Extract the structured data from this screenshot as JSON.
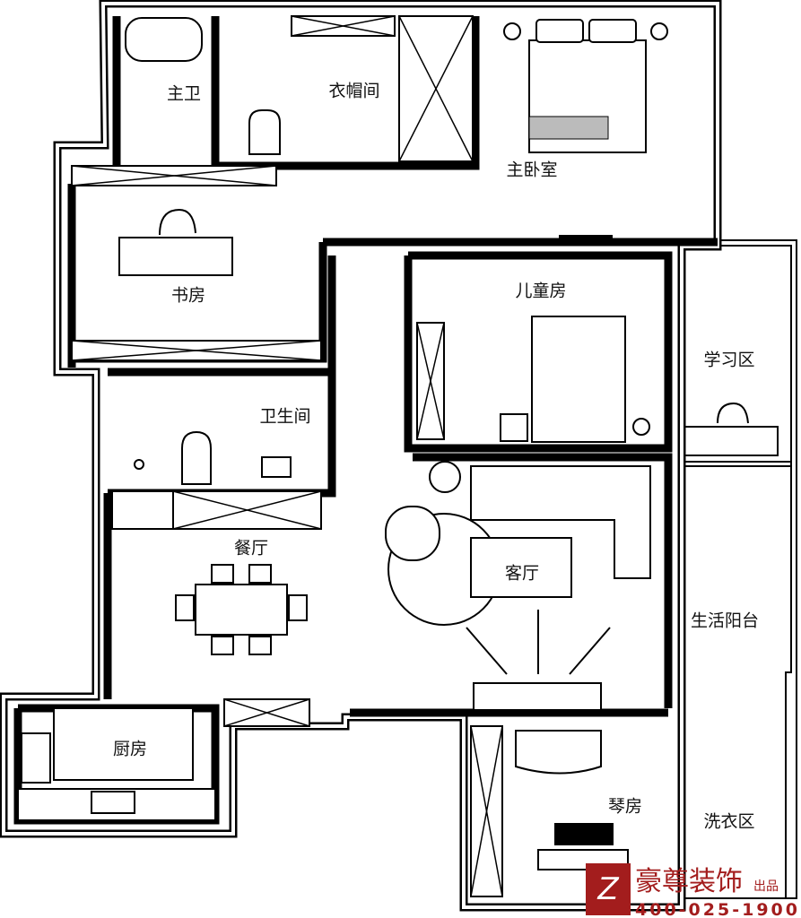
{
  "plan": {
    "rooms": {
      "master_bath": "主卫",
      "cloakroom": "衣帽间",
      "master_bedroom": "主卧室",
      "study": "书房",
      "kids_room": "儿童房",
      "study_area": "学习区",
      "bathroom": "卫生间",
      "dining": "餐厅",
      "living": "客厅",
      "utility_balcony": "生活阳台",
      "kitchen": "厨房",
      "piano_room": "琴房",
      "laundry": "洗衣区"
    }
  },
  "watermark": {
    "brand": "豪尊装饰",
    "suffix": "出品",
    "phone": "400-025-1900",
    "color": "#a31d1d"
  }
}
